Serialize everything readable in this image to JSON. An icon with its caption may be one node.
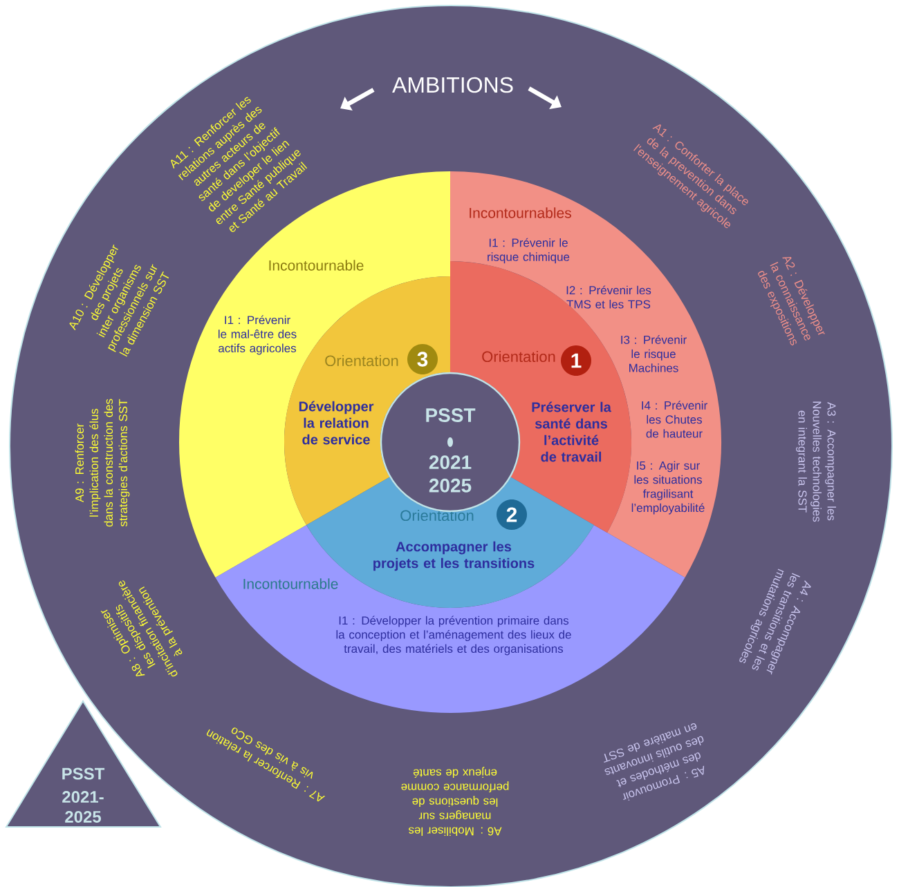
{
  "diagram": {
    "nodes": [
      {
        "text": [
          "AMBITIONS"
        ]
      },
      {
        "text": [
          "Incontournable",
          "I1 : Prévenir le mal-être des actifs agricoles"
        ],
        "in": 0
      },
      {
        "text": [
          "Incontournables",
          "I1 : Prévenir le risque chimique",
          "I2 : Prévenir les TMS et les TPS",
          "I3 : Prévenir le risque Machines",
          "I4 : Prévenir les Chutes de hauteur",
          "I5 : Agir sur les situations fragilisant l’employabilité"
        ],
        "in": 0
      },
      {
        "text": [
          "Incontournable",
          "I1 : Développer la prévention primaire dans la conception et l’aménagement des lieux de travail, des matériels et des organisations"
        ],
        "in": 0
      },
      {
        "text": [
          "Orientation",
          "Développer la relation de service"
        ],
        "in": 0
      },
      {
        "text": [
          "3"
        ],
        "in": 4
      },
      {
        "text": [
          "Orientation",
          "Préserver la santé dans l’activité de travail"
        ],
        "in": 0
      },
      {
        "text": [
          "1"
        ],
        "in": 6
      },
      {
        "text": [
          "Orientation",
          "Accompagner les projets et les transitions"
        ],
        "in": 0
      },
      {
        "text": [
          "2"
        ],
        "in": 8
      },
      {
        "text": [
          "PSST",
          "2021 2025"
        ],
        "in": 0
      },
      {
        "text": [
          "PSST",
          "2021-2025"
        ]
      }
    ],
    "labels": [
      "A1 : Conforter la place de la prevention dans l'enseignement agricole",
      "A2 : Développer la connaissance des expositions",
      "A3 : Accompagner les Nouvelles technologies en integrant la SST",
      "A4 : Accompagner les transitions et les mutations agricoles",
      "A5 : Promouvoir des méthodes et des outils innovants en matière de SST",
      "A6 : Mobiliser les managers sur les questions de performance comme enjeux de santé",
      "A7 : Renforcer la relation vis à vis des GCo",
      "A8 : Optimiser les dispositifs d’incitation financière à la prévention",
      "A9 : Renforcer l’implication des élus dans la construction des strategies d’actions SST",
      "A10 : Développer des projets inter organisms professionnels sur la dimension SST",
      "A11 : Renforcer les relations auprès des autres acteurs de santé dans l’objectif de developer le lien entre Santé publique et Santé au Travail"
    ]
  }
}
